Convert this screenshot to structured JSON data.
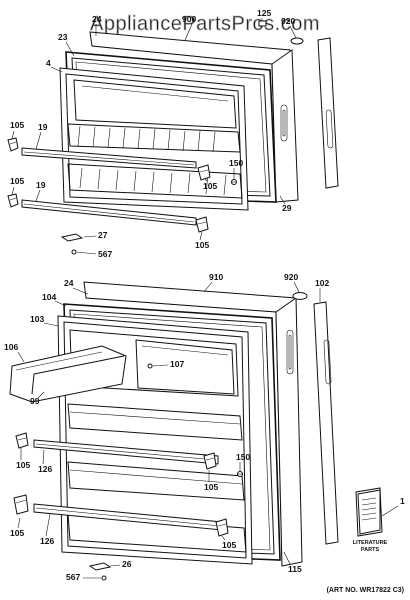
{
  "watermark": "AppliancePartsPros.com",
  "art_number": "(ART NO. WR17822 C3)",
  "literature_label_1": "LITERATURE",
  "literature_label_2": "PARTS",
  "callouts": {
    "c900_top": "900",
    "c125": "125",
    "c920_top": "920",
    "c24_top": "24",
    "c23": "23",
    "c4": "4",
    "c105_a": "105",
    "c19_a": "19",
    "c105_b": "105",
    "c19_b": "19",
    "c150_top": "150",
    "c105_c": "105",
    "c29": "29",
    "c105_d": "105",
    "c27": "27",
    "c567_top": "567",
    "c24_bot": "24",
    "c910": "910",
    "c920_bot": "920",
    "c102": "102",
    "c104": "104",
    "c103": "103",
    "c106": "106",
    "c107": "107",
    "c99": "99",
    "c105_e": "105",
    "c126_a": "126",
    "c150_bot": "150",
    "c105_f": "105",
    "c105_g": "105",
    "c126_b": "126",
    "c105_h": "105",
    "c115": "115",
    "c1": "1",
    "c26": "26",
    "c567_bot": "567"
  }
}
